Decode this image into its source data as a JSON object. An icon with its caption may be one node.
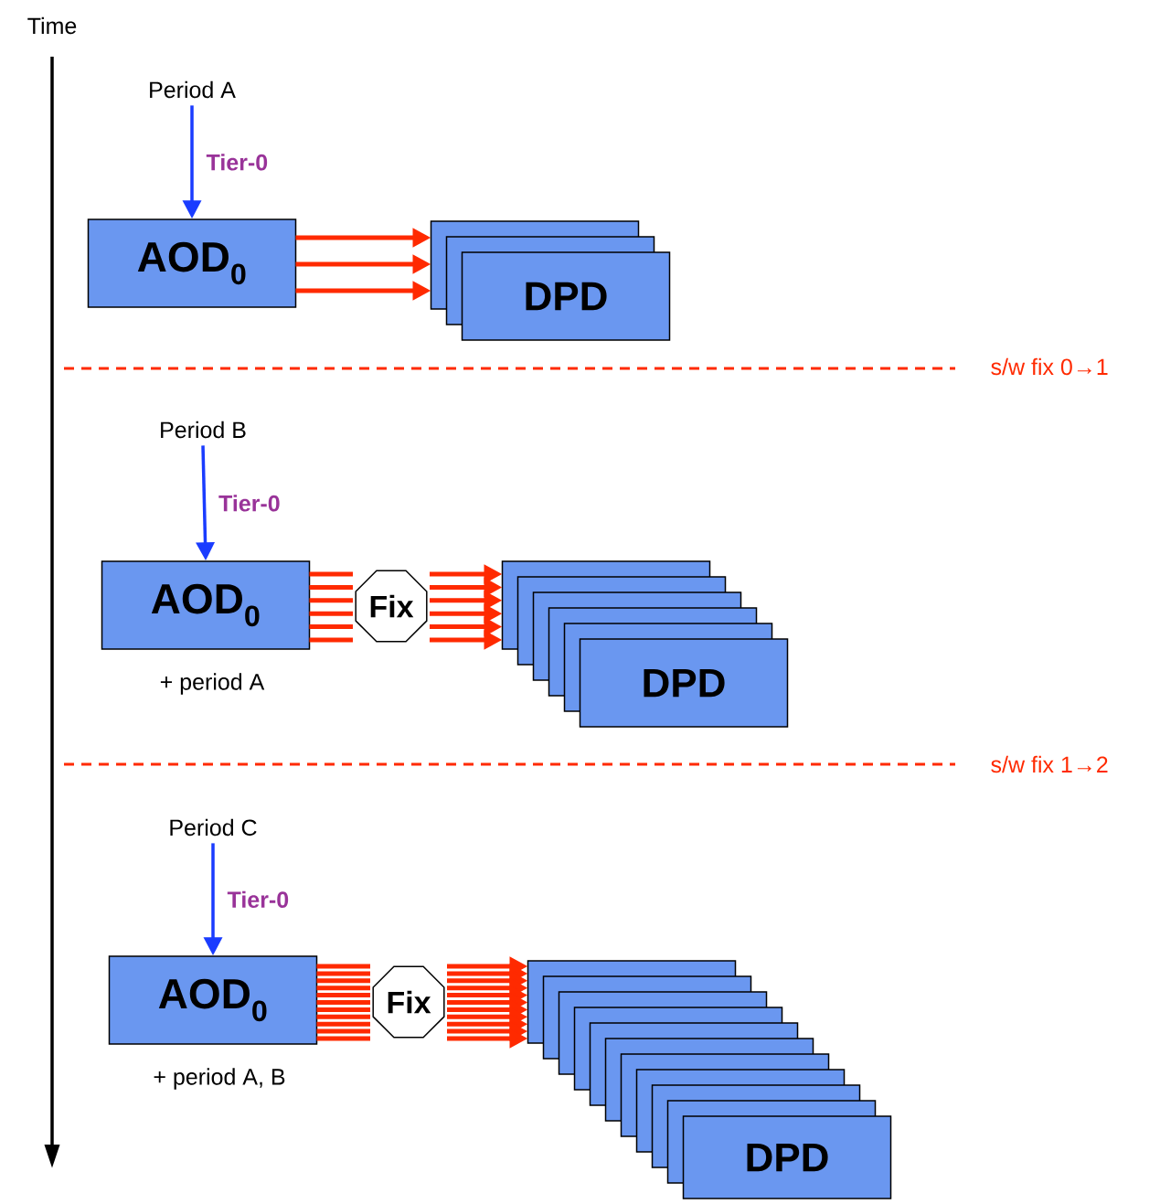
{
  "diagram": {
    "nodes": [
      {
        "text": [
          "Period A"
        ]
      },
      {
        "text": [
          "AOD$_{0}$"
        ]
      },
      {
        "text": [],
        "shape": "box"
      },
      {
        "text": [],
        "shape": "box"
      },
      {
        "text": [
          "DPD"
        ]
      },
      {
        "text": [
          "Period B"
        ]
      },
      {
        "text": [
          "AOD$_{0}$"
        ],
        "beside": [
          "+ period A"
        ]
      },
      {
        "text": [
          "Fix"
        ]
      },
      {
        "text": [],
        "shape": "box"
      },
      {
        "text": [],
        "shape": "box"
      },
      {
        "text": [],
        "shape": "box"
      },
      {
        "text": [],
        "shape": "box"
      },
      {
        "text": [],
        "shape": "box"
      },
      {
        "text": [
          "DPD"
        ]
      },
      {
        "text": [
          "Period C"
        ]
      },
      {
        "text": [
          "AOD$_{0}$"
        ],
        "beside": [
          "+ period A, B"
        ]
      },
      {
        "text": [
          "Fix"
        ]
      },
      {
        "text": [],
        "shape": "box"
      },
      {
        "text": [],
        "shape": "box"
      },
      {
        "text": [],
        "shape": "box"
      },
      {
        "text": [],
        "shape": "box"
      },
      {
        "text": [],
        "shape": "box"
      },
      {
        "text": [],
        "shape": "box"
      },
      {
        "text": [],
        "shape": "box"
      },
      {
        "text": [],
        "shape": "box"
      },
      {
        "text": [],
        "shape": "box"
      },
      {
        "text": [],
        "shape": "box"
      },
      {
        "text": [
          "DPD"
        ]
      }
    ],
    "edges": [
      {
        "from": 0,
        "to": 1,
        "arrow": "to",
        "label": "Tier-0",
        "color": "#1a3cff"
      },
      {
        "from": 1,
        "to": 2,
        "arrow": "to"
      },
      {
        "from": 1,
        "to": 2,
        "arrow": "to"
      },
      {
        "from": 1,
        "to": 2,
        "arrow": "to"
      },
      {
        "from": 5,
        "to": 6,
        "arrow": "to",
        "label": "Tier-0",
        "color": "#1a3cff"
      },
      {
        "from": 6,
        "to": 7,
        "arrow": "none"
      },
      {
        "from": 6,
        "to": 7,
        "arrow": "none"
      },
      {
        "from": 6,
        "to": 7,
        "arrow": "none"
      },
      {
        "from": 6,
        "to": 7,
        "arrow": "none"
      },
      {
        "from": 6,
        "to": 7,
        "arrow": "none"
      },
      {
        "from": 6,
        "to": 7,
        "arrow": "none"
      },
      {
        "from": 7,
        "to": 8,
        "arrow": "to"
      },
      {
        "from": 7,
        "to": 8,
        "arrow": "to"
      },
      {
        "from": 7,
        "to": 8,
        "arrow": "to"
      },
      {
        "from": 7,
        "to": 8,
        "arrow": "to"
      },
      {
        "from": 7,
        "to": 8,
        "arrow": "to"
      },
      {
        "from": 7,
        "to": 8,
        "arrow": "to"
      },
      {
        "from": 14,
        "to": 15,
        "arrow": "to",
        "label": "Tier-0",
        "color": "#1a3cff"
      },
      {
        "from": 15,
        "to": 16,
        "arrow": "none"
      },
      {
        "from": 15,
        "to": 16,
        "arrow": "none"
      },
      {
        "from": 15,
        "to": 16,
        "arrow": "none"
      },
      {
        "from": 15,
        "to": 16,
        "arrow": "none"
      },
      {
        "from": 15,
        "to": 16,
        "arrow": "none"
      },
      {
        "from": 15,
        "to": 16,
        "arrow": "none"
      },
      {
        "from": 15,
        "to": 16,
        "arrow": "none"
      },
      {
        "from": 15,
        "to": 16,
        "arrow": "none"
      },
      {
        "from": 15,
        "to": 16,
        "arrow": "none"
      },
      {
        "from": 15,
        "to": 16,
        "arrow": "none"
      },
      {
        "from": 15,
        "to": 16,
        "arrow": "none"
      },
      {
        "from": 16,
        "to": 17,
        "arrow": "to"
      },
      {
        "from": 16,
        "to": 17,
        "arrow": "to"
      },
      {
        "from": 16,
        "to": 17,
        "arrow": "to"
      },
      {
        "from": 16,
        "to": 17,
        "arrow": "to"
      },
      {
        "from": 16,
        "to": 17,
        "arrow": "to"
      },
      {
        "from": 16,
        "to": 17,
        "arrow": "to"
      },
      {
        "from": 16,
        "to": 17,
        "arrow": "to"
      },
      {
        "from": 16,
        "to": 17,
        "arrow": "to"
      },
      {
        "from": 16,
        "to": 17,
        "arrow": "to"
      },
      {
        "from": 16,
        "to": 17,
        "arrow": "to"
      },
      {
        "from": 16,
        "to": 17,
        "arrow": "to"
      }
    ],
    "labels": [
      "Time",
      "s/w fix 0→1",
      "s/w fix 1→2"
    ]
  }
}
